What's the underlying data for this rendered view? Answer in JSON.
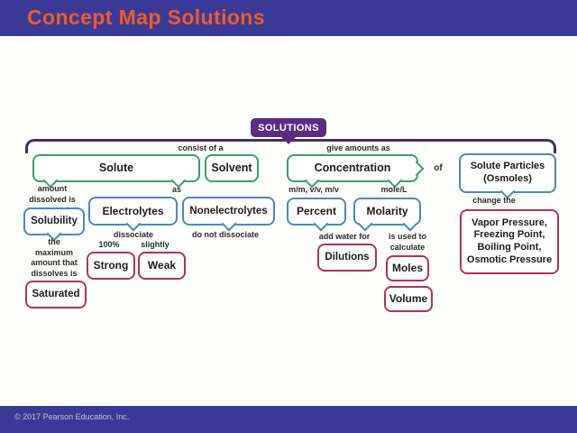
{
  "header": {
    "title": "Concept Map Solutions"
  },
  "footer": {
    "copyright": "© 2017 Pearson Education, Inc."
  },
  "palette": {
    "bar_purple": "#3a3a96",
    "title_orange": "#f05a28",
    "banner_purple": "#5b2b80",
    "bracket_purple": "#43315f",
    "green_border": "#3f9e68",
    "blue_border": "#4d86c0",
    "pink_border": "#b03060",
    "box_text": "#1d1a1b"
  },
  "map": {
    "root": "SOLUTIONS",
    "boxes": {
      "solute": "Solute",
      "solvent": "Solvent",
      "concentration": "Concentration",
      "solute_particles": "Solute Particles\n(Osmoles)",
      "solubility": "Solubility",
      "electrolytes": "Electrolytes",
      "nonelectrolytes": "Nonelectrolytes",
      "percent": "Percent",
      "molarity": "Molarity",
      "strong": "Strong",
      "weak": "Weak",
      "saturated": "Saturated",
      "dilutions": "Dilutions",
      "moles": "Moles",
      "volume": "Volume",
      "colligative": "Vapor Pressure,\nFreezing Point,\nBoiling Point,\nOsmotic Pressure"
    },
    "edge_labels": {
      "consist_of_a": "consist of a",
      "give_amounts_as": "give amounts as",
      "amount_dissolved_is": "amount\ndissolved is",
      "as": "as",
      "mm_vv_mv": "m/m, v/v, m/v",
      "mole_l": "mole/L",
      "of": "of",
      "change_the": "change the",
      "dissociate": "dissociate",
      "pct_100": "100%",
      "slightly": "slightly",
      "do_not_dissociate": "do not dissociate",
      "maximum": "the\nmaximum\namount that\ndissolves is",
      "add_water_for": "add water for",
      "is_used_to_calculate": "is used to\ncalculate"
    }
  }
}
